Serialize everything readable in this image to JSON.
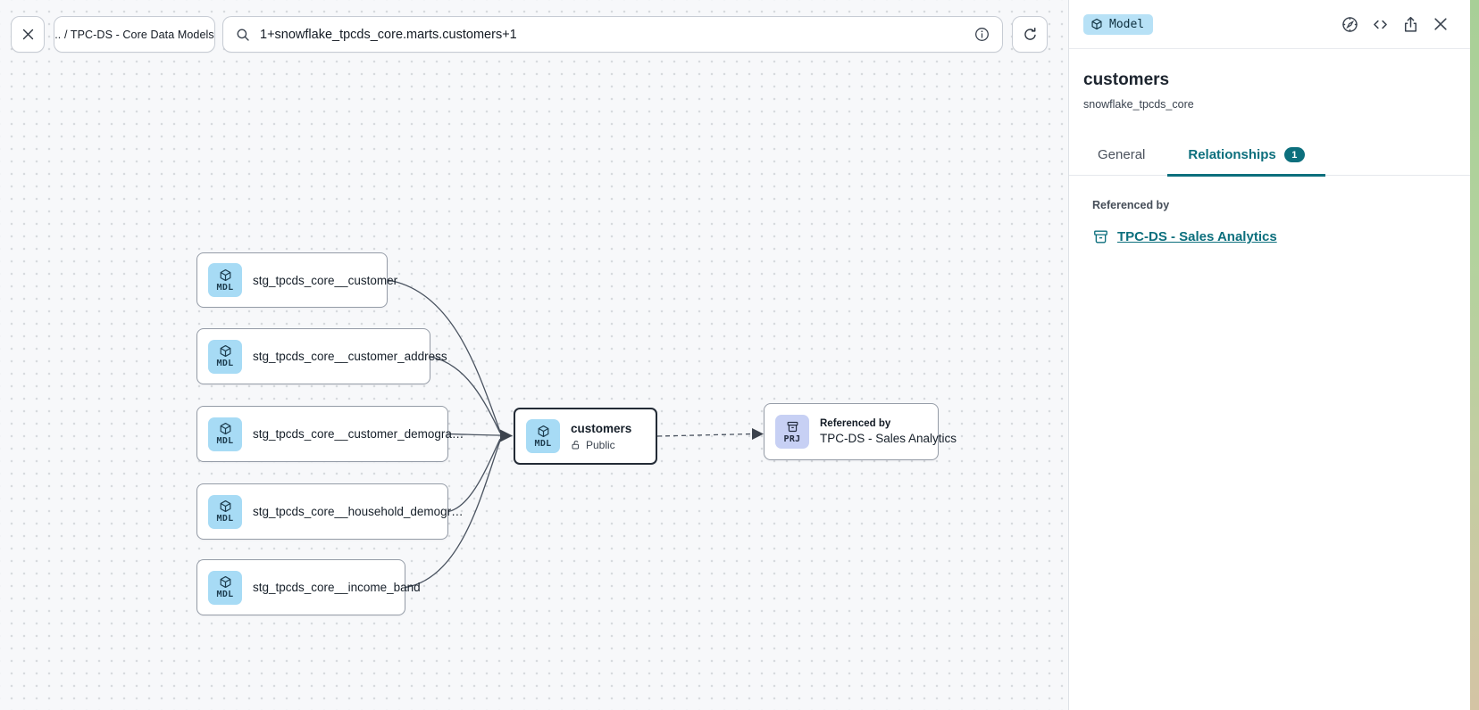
{
  "topbar": {
    "breadcrumb": ".. / TPC-DS - Core Data Models",
    "search": {
      "value": "1+snowflake_tpcds_core.marts.customers+1"
    },
    "icons": {
      "close": "close-icon",
      "search": "search-icon",
      "info": "info-icon",
      "refresh": "refresh-icon"
    }
  },
  "graph": {
    "upstream": [
      {
        "type": "MDL",
        "label": "stg_tpcds_core__customer"
      },
      {
        "type": "MDL",
        "label": "stg_tpcds_core__customer_address"
      },
      {
        "type": "MDL",
        "label": "stg_tpcds_core__customer_demogra…"
      },
      {
        "type": "MDL",
        "label": "stg_tpcds_core__household_demogr…"
      },
      {
        "type": "MDL",
        "label": "stg_tpcds_core__income_band"
      }
    ],
    "selected": {
      "type": "MDL",
      "label": "customers",
      "access": "Public"
    },
    "downstream": {
      "type": "PRJ",
      "kicker": "Referenced by",
      "label": "TPC-DS - Sales Analytics"
    }
  },
  "panel": {
    "type_badge": "Model",
    "title": "customers",
    "subtitle": "snowflake_tpcds_core",
    "tabs": {
      "general": "General",
      "relationships": "Relationships",
      "relationships_count": "1"
    },
    "referenced_by_label": "Referenced by",
    "reference_link": "TPC-DS - Sales Analytics",
    "icons": {
      "explore": "compass-icon",
      "code": "code-icon",
      "share": "share-icon",
      "close": "close-icon"
    }
  },
  "colors": {
    "accent_teal": "#0c6f7d",
    "model_chip_bg": "#a7dbf5",
    "project_chip_bg": "#c7d0f4",
    "panel_badge_bg": "#b7e1f6",
    "node_border": "#959ca7",
    "selected_node_border": "#232b36",
    "edge_stroke": "#4a5360",
    "canvas_bg": "#f7f8fa",
    "canvas_dot": "#d7dade"
  }
}
